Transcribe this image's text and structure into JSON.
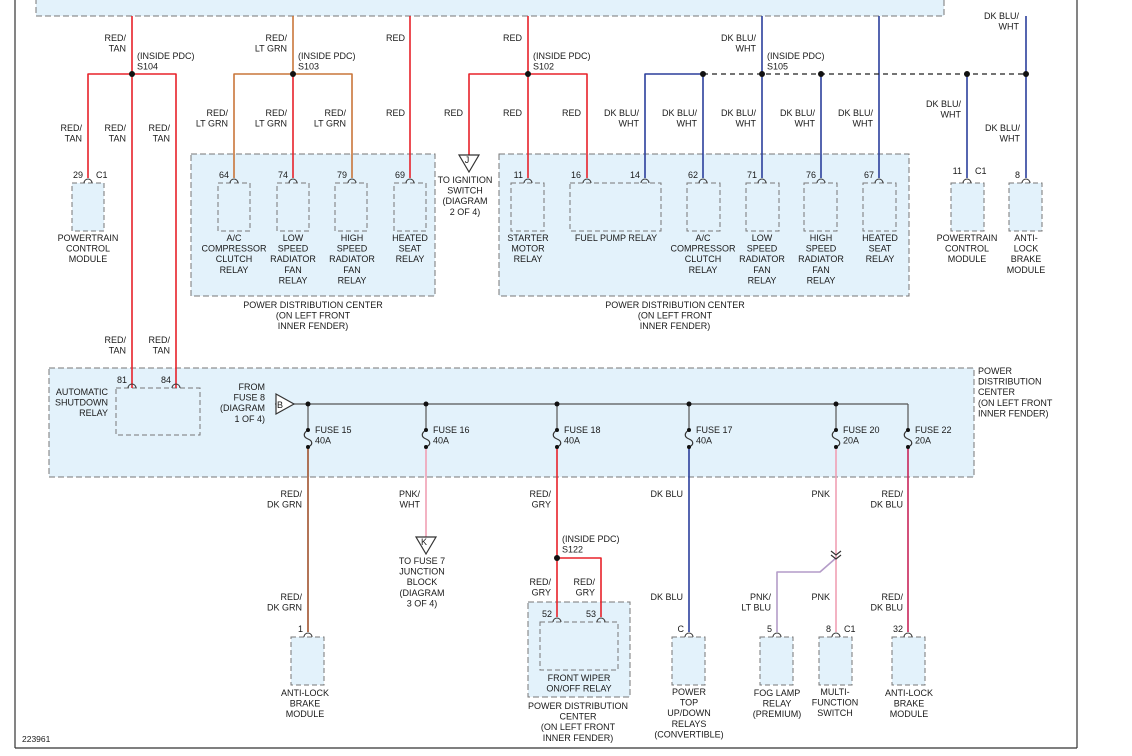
{
  "diagram_id": "223961",
  "colors": {
    "red": "#e8222a",
    "red_tan": "#e8222a",
    "red_ltgrn": "#c9763a",
    "red_dkgrn": "#a0522d",
    "dkblu_wht": "#2b3f9c",
    "dkblu": "#2b3f9c",
    "pnk": "#f0a0b4",
    "pnk_ltblu": "#b49cc8",
    "red_dkblu": "#c8255a",
    "box_fill": "#e3f2fb",
    "line": "#444444"
  },
  "splices": {
    "s104": [
      "(INSIDE PDC)",
      "S104"
    ],
    "s103": [
      "(INSIDE PDC)",
      "S103"
    ],
    "s102": [
      "(INSIDE PDC)",
      "S102"
    ],
    "s105": [
      "(INSIDE PDC)",
      "S105"
    ],
    "s122": [
      "(INSIDE PDC)",
      "S122"
    ]
  },
  "wires": {
    "red_tan": [
      "RED/",
      "TAN"
    ],
    "red_ltgrn": [
      "RED/",
      "LT GRN"
    ],
    "red": "RED",
    "dkblu_wht": [
      "DK BLU/",
      "WHT"
    ],
    "red_dkgrn": [
      "RED/",
      "DK GRN"
    ],
    "pnk_wht": [
      "PNK/",
      "WHT"
    ],
    "red_gry": [
      "RED/",
      "GRY"
    ],
    "dkblu": "DK BLU",
    "pnk": "PNK",
    "red_dkblu": [
      "RED/",
      "DK BLU"
    ],
    "pnk_ltblu": [
      "PNK/",
      "LT BLU"
    ]
  },
  "pins": {
    "p29": "29",
    "c1": "C1",
    "p64": "64",
    "p74": "74",
    "p79": "79",
    "p69": "69",
    "p11": "11",
    "p16": "16",
    "p14": "14",
    "p62": "62",
    "p71": "71",
    "p76": "76",
    "p67": "67",
    "p8": "8",
    "p81": "81",
    "p84": "84",
    "p1": "1",
    "p52": "52",
    "p53": "53",
    "pc": "C",
    "p5": "5",
    "p32": "32"
  },
  "components": {
    "pcm": [
      "POWERTRAIN",
      "CONTROL",
      "MODULE"
    ],
    "ac_relay": [
      "A/C",
      "COMPRESSOR",
      "CLUTCH",
      "RELAY"
    ],
    "low_fan": [
      "LOW",
      "SPEED",
      "RADIATOR",
      "FAN",
      "RELAY"
    ],
    "high_fan": [
      "HIGH",
      "SPEED",
      "RADIATOR",
      "FAN",
      "RELAY"
    ],
    "heated_seat": [
      "HEATED",
      "SEAT",
      "RELAY"
    ],
    "starter": [
      "STARTER",
      "MOTOR",
      "RELAY"
    ],
    "fuel_pump": "FUEL PUMP RELAY",
    "abs": [
      "ANTI-",
      "LOCK",
      "BRAKE",
      "MODULE"
    ],
    "abs_bottom": [
      "ANTI-LOCK",
      "BRAKE",
      "MODULE"
    ],
    "asd": [
      "AUTOMATIC",
      "SHUTDOWN",
      "RELAY"
    ],
    "wiper": [
      "FRONT WIPER",
      "ON/OFF RELAY"
    ],
    "power_top": [
      "POWER",
      "TOP",
      "UP/DOWN",
      "RELAYS",
      "(CONVERTIBLE)"
    ],
    "fog": [
      "FOG LAMP",
      "RELAY",
      "(PREMIUM)"
    ],
    "mfs": [
      "MULTI-",
      "FUNCTION",
      "SWITCH"
    ]
  },
  "pdc_left": [
    "POWER DISTRIBUTION CENTER",
    "(ON LEFT FRONT",
    "INNER FENDER)"
  ],
  "pdc_right": [
    "POWER DISTRIBUTION CENTER",
    "(ON LEFT FRONT",
    "INNER FENDER)"
  ],
  "pdc_bottom": [
    "POWER DISTRIBUTION",
    "CENTER",
    "(ON LEFT FRONT",
    "INNER FENDER)"
  ],
  "pdc_main": [
    "POWER",
    "DISTRIBUTION",
    "CENTER",
    "(ON LEFT FRONT",
    "INNER FENDER)"
  ],
  "from_fuse": [
    "FROM",
    "FUSE 8",
    "(DIAGRAM",
    "1 OF 4)"
  ],
  "connector_b": "B",
  "connector_j": "J",
  "connector_k": "K",
  "to_ignition": [
    "TO IGNITION",
    "SWITCH",
    "(DIAGRAM",
    "2 OF 4)"
  ],
  "to_fuse7": [
    "TO FUSE 7",
    "JUNCTION",
    "BLOCK",
    "(DIAGRAM",
    "3 OF 4)"
  ],
  "fuses": {
    "f15": [
      "FUSE 15",
      "40A"
    ],
    "f16": [
      "FUSE 16",
      "40A"
    ],
    "f18": [
      "FUSE 18",
      "40A"
    ],
    "f17": [
      "FUSE 17",
      "40A"
    ],
    "f20": [
      "FUSE 20",
      "20A"
    ],
    "f22": [
      "FUSE 22",
      "20A"
    ]
  }
}
